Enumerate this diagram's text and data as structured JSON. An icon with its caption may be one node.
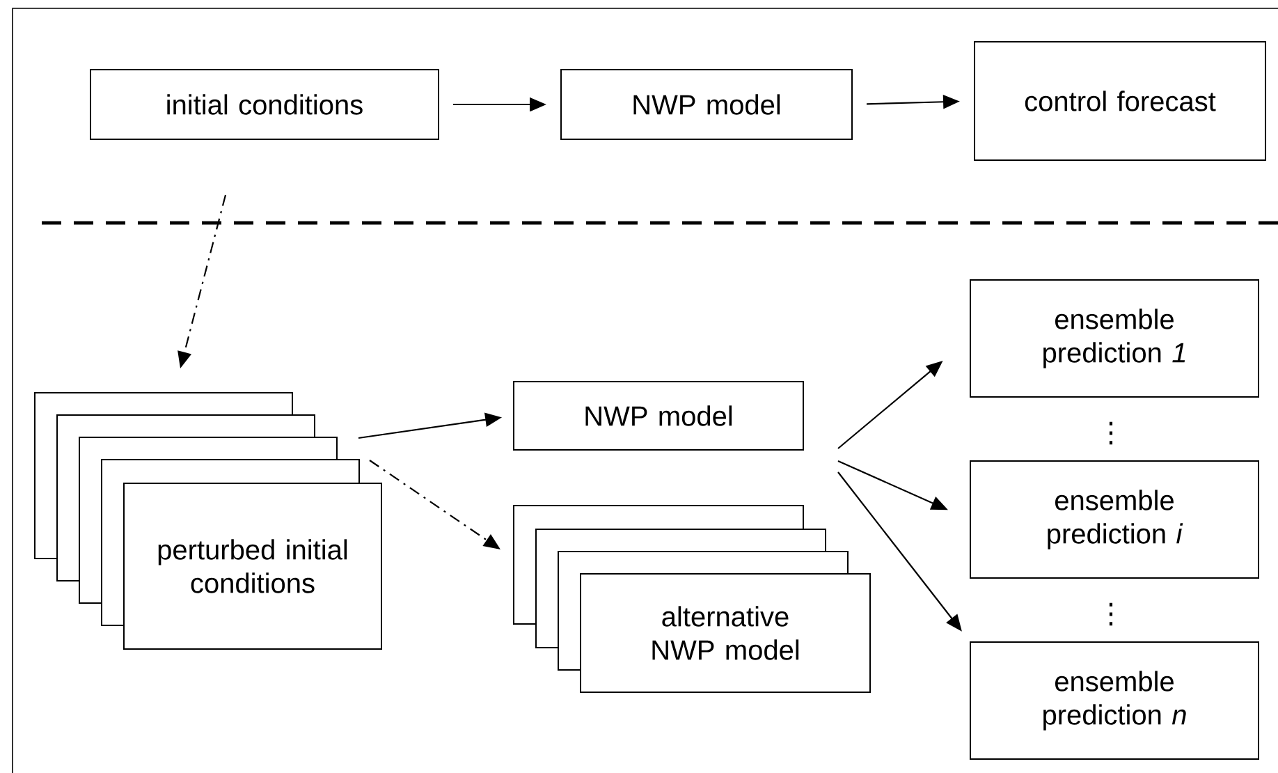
{
  "diagram": {
    "nodes": [
      {
        "text": [
          "initial conditions"
        ]
      },
      {
        "text": [
          "NWP model"
        ]
      },
      {
        "text": [
          "control forecast"
        ]
      },
      {
        "text": [
          "perturbed initial conditions"
        ]
      },
      {
        "text": [
          "NWP model"
        ]
      },
      {
        "text": [
          "alternative NWP model"
        ]
      },
      {
        "text": [
          "ensemble prediction *1*"
        ]
      },
      {
        "text": [
          "ensemble prediction *i*"
        ]
      },
      {
        "text": [
          "ensemble prediction *n*"
        ]
      }
    ],
    "edges": [
      {
        "from": 0,
        "to": 1,
        "arrow": "to"
      },
      {
        "from": 1,
        "to": 2,
        "arrow": "to"
      },
      {
        "from": null,
        "to": 3,
        "arrow": "to",
        "style": "dashed"
      },
      {
        "from": 3,
        "to": 4,
        "arrow": "to"
      },
      {
        "from": 3,
        "to": 5,
        "arrow": "to",
        "style": "dashed"
      },
      {
        "from": null,
        "to": 6,
        "arrow": "to"
      },
      {
        "from": null,
        "to": 7,
        "arrow": "to"
      },
      {
        "from": null,
        "to": 8,
        "arrow": "to"
      }
    ],
    "labels": [
      "⋮",
      "⋮"
    ]
  }
}
